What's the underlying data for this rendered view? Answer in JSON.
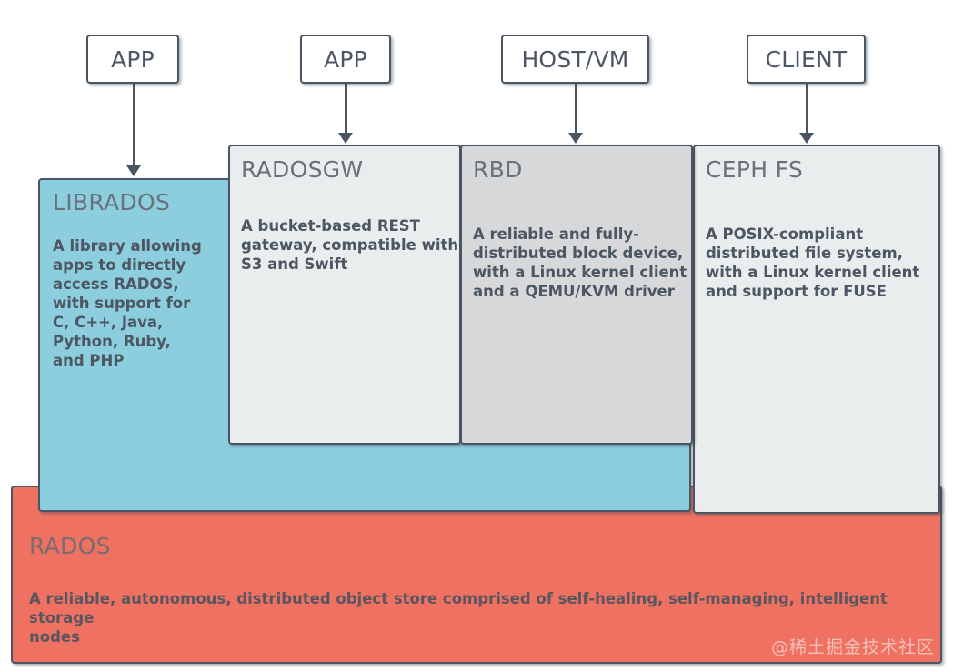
{
  "diagram": {
    "title": "Ceph storage architecture stack",
    "colors": {
      "librados_fill": "#8ccedd",
      "radosgw_fill": "#e9edee",
      "rbd_fill": "#d6d8d9",
      "cephfs_fill": "#e9edee",
      "rados_fill": "#ef7161",
      "border": "#4a5663",
      "title_text": "#68727c",
      "body_text": "#4d5763"
    },
    "actors": [
      {
        "label": "APP",
        "target": "LIBRADOS"
      },
      {
        "label": "APP",
        "target": "RADOSGW"
      },
      {
        "label": "HOST/VM",
        "target": "RBD"
      },
      {
        "label": "CLIENT",
        "target": "CEPH FS"
      }
    ],
    "layers": [
      {
        "title": "LIBRADOS",
        "description": "A library allowing\napps to directly\naccess RADOS,\nwith support for\nC, C++, Java,\nPython, Ruby,\nand PHP"
      },
      {
        "title": "RADOSGW",
        "description": "A bucket-based REST\ngateway, compatible with\nS3 and Swift"
      },
      {
        "title": "RBD",
        "description": "A reliable and fully-\ndistributed block device,\nwith a Linux kernel client\nand a QEMU/KVM driver"
      },
      {
        "title": "CEPH FS",
        "description": "A POSIX-compliant\ndistributed file system,\nwith a Linux kernel client\nand support for FUSE"
      },
      {
        "title": "RADOS",
        "description": "A reliable, autonomous, distributed object store comprised of self-healing, self-managing, intelligent storage\nnodes"
      }
    ],
    "watermark": "@稀土掘金技术社区"
  }
}
